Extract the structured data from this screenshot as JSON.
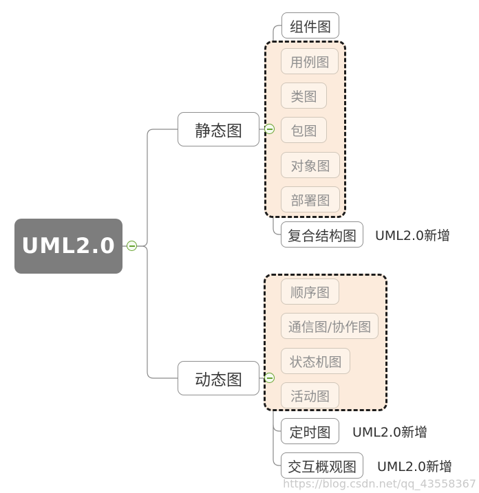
{
  "root": {
    "label": "UML2.0"
  },
  "static_branch": {
    "label": "静态图",
    "top_node": {
      "label": "组件图"
    },
    "group_items": [
      {
        "label": "用例图"
      },
      {
        "label": "类图"
      },
      {
        "label": "包图"
      },
      {
        "label": "对象图"
      },
      {
        "label": "部署图"
      }
    ],
    "bottom_node": {
      "label": "复合结构图",
      "note": "UML2.0新增"
    }
  },
  "dynamic_branch": {
    "label": "动态图",
    "group_items": [
      {
        "label": "顺序图"
      },
      {
        "label": "通信图/协作图"
      },
      {
        "label": "状态机图"
      },
      {
        "label": "活动图"
      }
    ],
    "bottom_nodes": [
      {
        "label": "定时图",
        "note": "UML2.0新增"
      },
      {
        "label": "交互概观图",
        "note": "UML2.0新增"
      }
    ]
  },
  "watermark": "https://blog.csdn.net/qq_43558367",
  "colors": {
    "root_bg": "#7d7d7d",
    "root_text": "#ffffff",
    "node_border": "#8f8f8f",
    "node_text": "#3a3a3a",
    "group_bg": "#fcebdc",
    "group_border": "#1c1c1c",
    "item_bg": "#fdf3e9",
    "item_border": "#d0c6b9",
    "item_text": "#8f8f8f",
    "note_text": "#2f2f2f",
    "connector": "#8a8a8a",
    "green": "#67a22f",
    "watermark_text": "#c9c9c9"
  }
}
